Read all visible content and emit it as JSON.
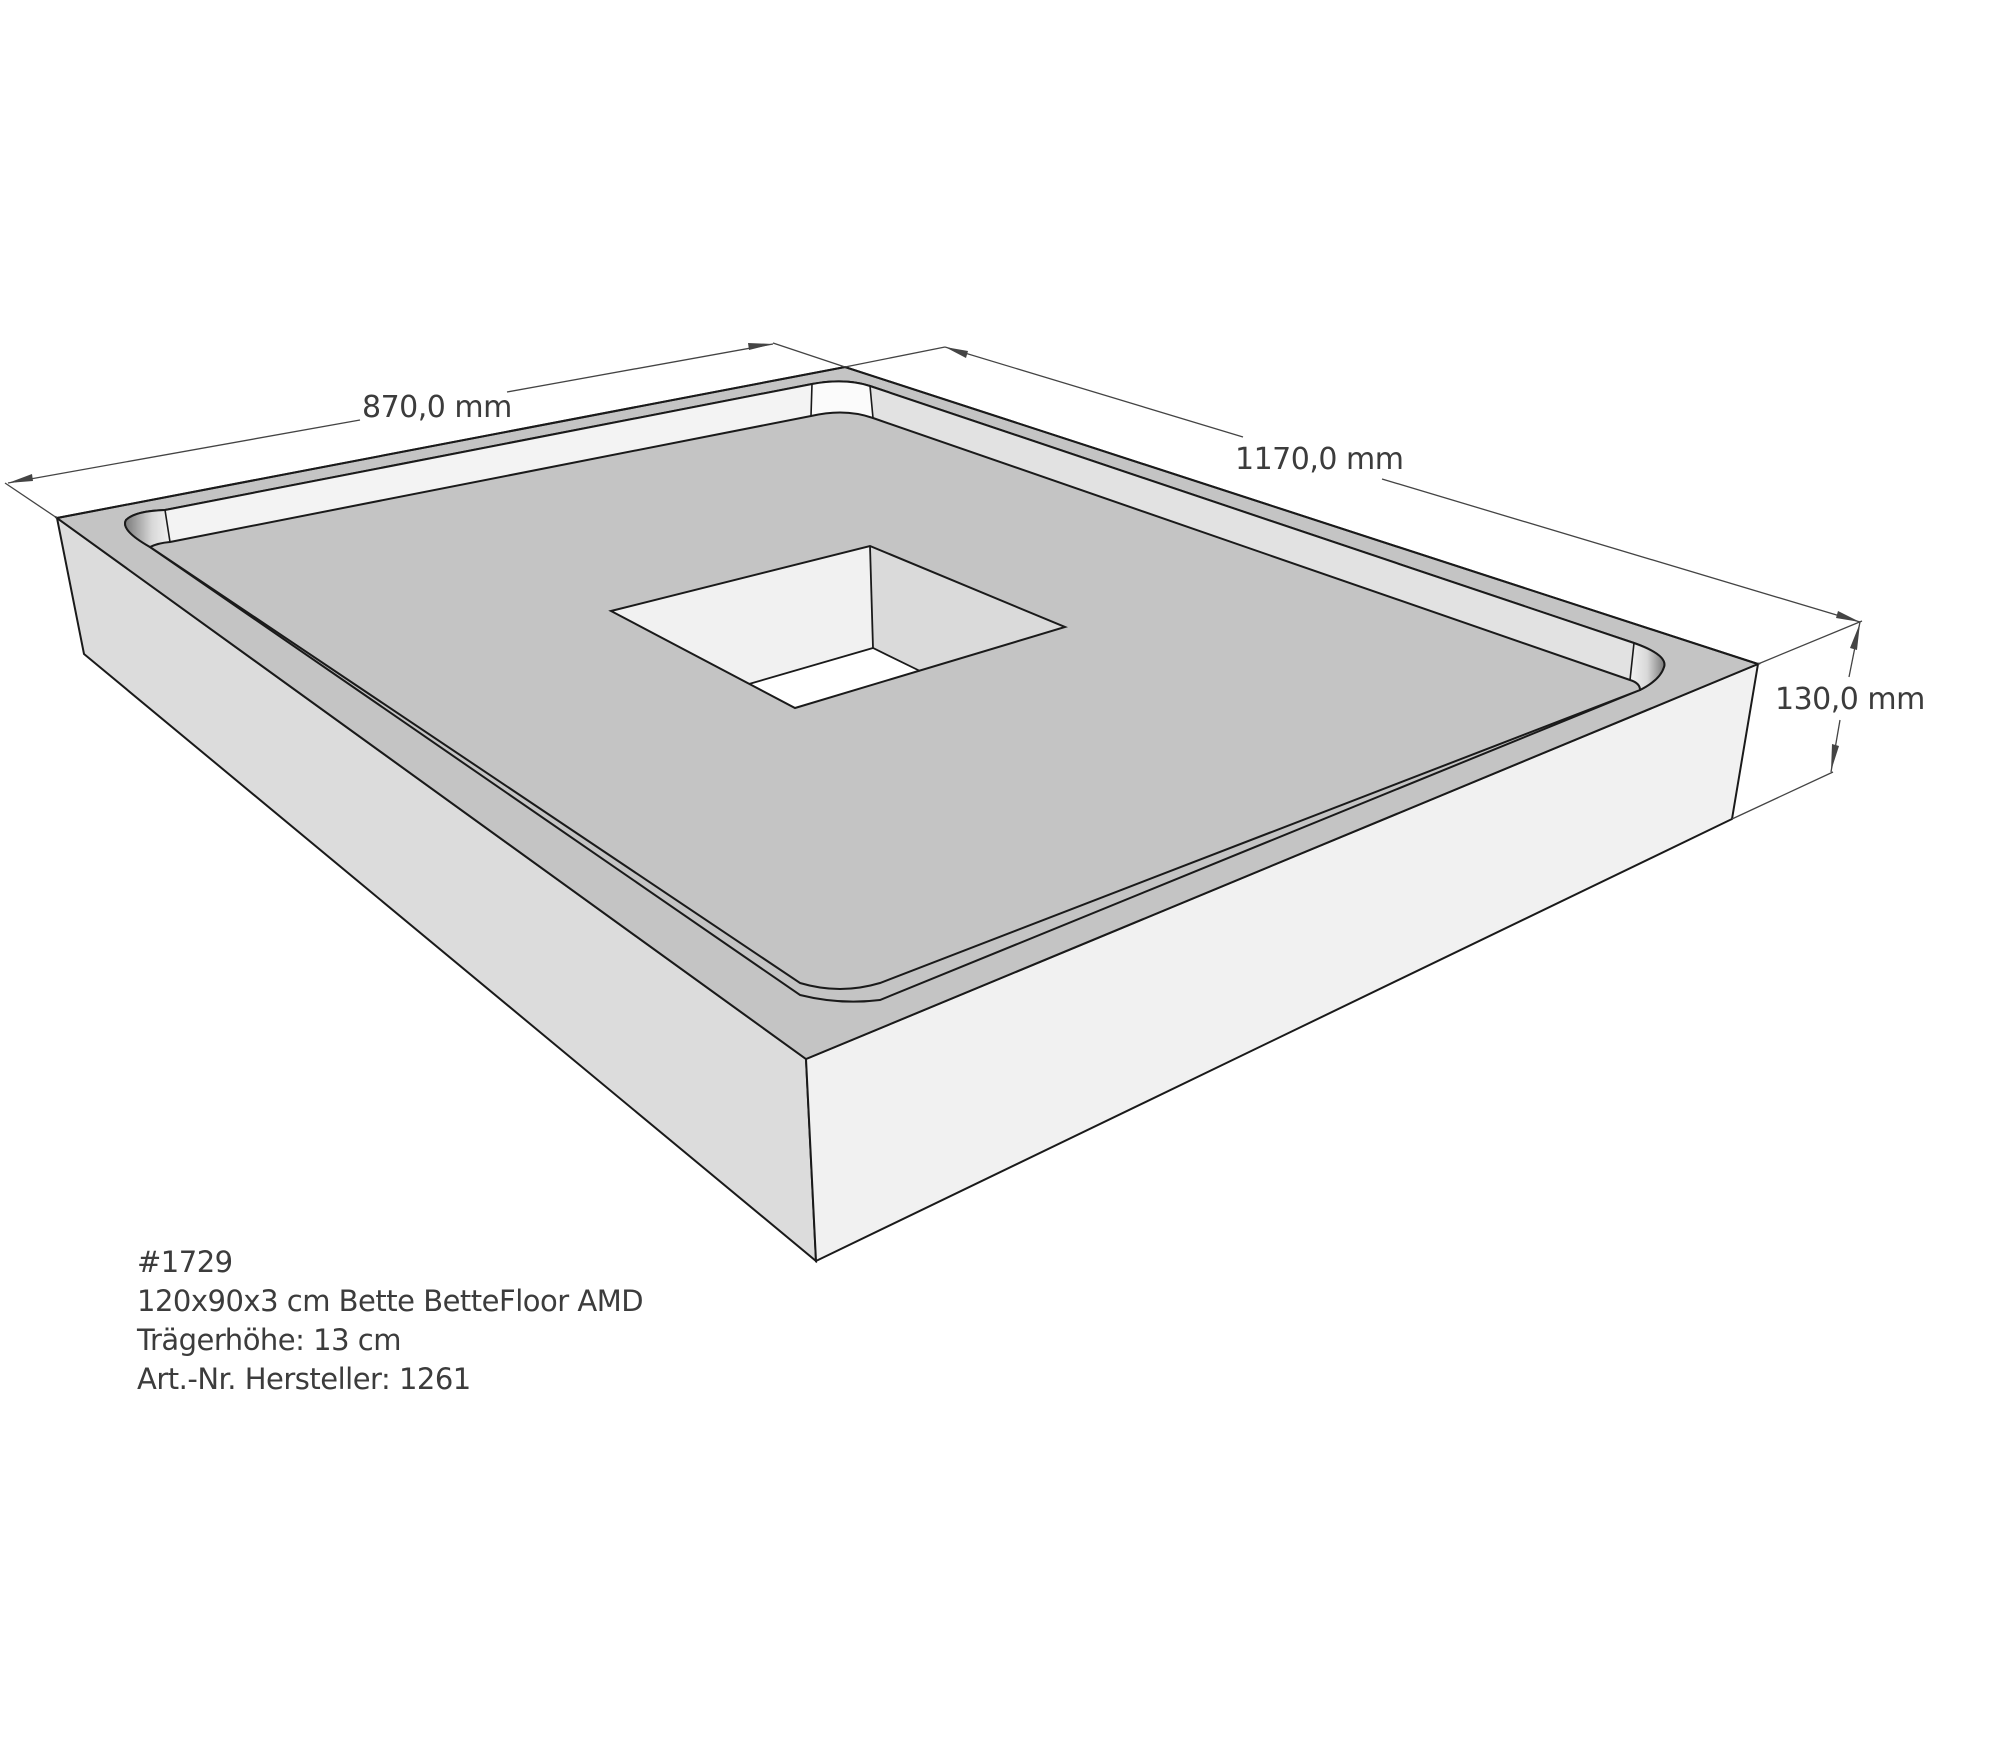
{
  "drawing": {
    "type": "isometric-technical-drawing",
    "subject": "shower tray support / base block",
    "colors": {
      "background": "#ffffff",
      "top_surface": "#c4c4c4",
      "left_face": "#dcdcdc",
      "front_face": "#f1f1f1",
      "channel_wall_light": "#f3f3f3",
      "channel_wall_mid": "#dedede",
      "edge_line": "#1a1a1a",
      "dimension_line": "#444444",
      "text": "#3c3c3c"
    }
  },
  "dimensions": {
    "width": "870,0 mm",
    "length": "1170,0 mm",
    "height": "130,0 mm"
  },
  "info": {
    "id": "#1729",
    "product": "120x90x3 cm Bette BetteFloor AMD",
    "carrier_height": "Trägerhöhe: 13 cm",
    "article_number": "Art.-Nr. Hersteller: 1261"
  }
}
